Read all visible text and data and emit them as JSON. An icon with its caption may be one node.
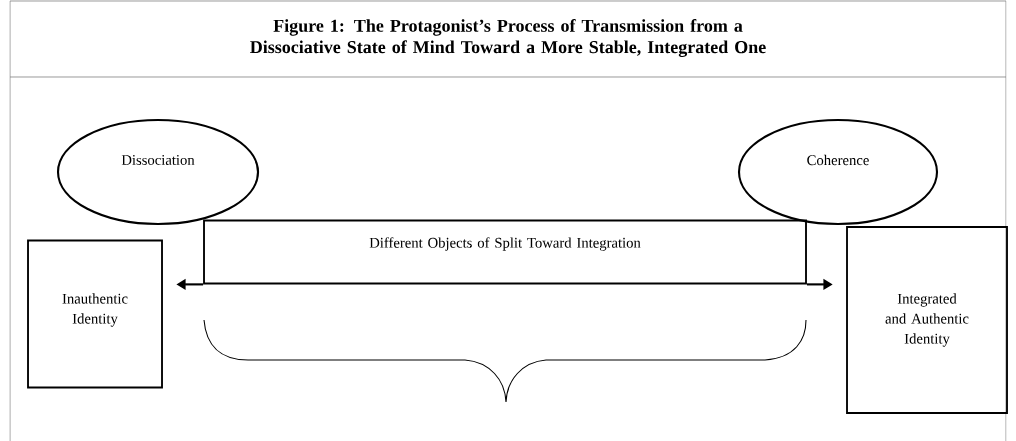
{
  "diagram": {
    "title": "Figure 1: The Protagonist’s Process of Transmission from a Dissociative State of Mind Toward a More Stable, Integrated One",
    "nodes": [
      {
        "text": [
          "Dissociation"
        ]
      },
      {
        "text": [
          "Coherence"
        ]
      },
      {
        "text": [
          "Inauthentic Identity"
        ]
      },
      {
        "text": [
          "Different Objects of Split Toward Integration"
        ]
      },
      {
        "text": [
          "Integrated and Authentic Identity"
        ]
      }
    ],
    "edges": [
      {
        "from": 3,
        "to": 2,
        "arrow": "to"
      },
      {
        "from": 3,
        "to": 4,
        "arrow": "to"
      }
    ]
  }
}
